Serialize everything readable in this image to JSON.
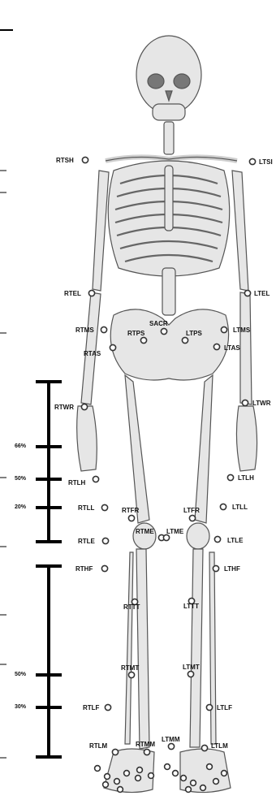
{
  "figure": {
    "markers": [
      {
        "id": "RTSH",
        "label": "RTSH"
      },
      {
        "id": "LTSH",
        "label": "LTSI"
      },
      {
        "id": "RTEL",
        "label": "RTEL"
      },
      {
        "id": "LTEL",
        "label": "LTEL"
      },
      {
        "id": "SACR",
        "label": "SACR"
      },
      {
        "id": "RTMS",
        "label": "RTMS"
      },
      {
        "id": "RTPS",
        "label": "RTPS"
      },
      {
        "id": "LTPS",
        "label": "LTPS"
      },
      {
        "id": "LTMS",
        "label": "LTMS"
      },
      {
        "id": "RTAS",
        "label": "RTAS"
      },
      {
        "id": "LTAS",
        "label": "LTAS"
      },
      {
        "id": "RTWR",
        "label": "RTWR"
      },
      {
        "id": "LTWR",
        "label": "LTWR"
      },
      {
        "id": "RTLH",
        "label": "RTLH"
      },
      {
        "id": "LTLH",
        "label": "LTLH"
      },
      {
        "id": "RTLL",
        "label": "RTLL"
      },
      {
        "id": "RTFR",
        "label": "RTFR"
      },
      {
        "id": "LTFR",
        "label": "LTFR"
      },
      {
        "id": "LTLL",
        "label": "LTLL"
      },
      {
        "id": "RTME",
        "label": "RTME"
      },
      {
        "id": "LTME",
        "label": "LTME"
      },
      {
        "id": "RTLE",
        "label": "RTLE"
      },
      {
        "id": "LTLE",
        "label": "LTLE"
      },
      {
        "id": "RTHF",
        "label": "RTHF"
      },
      {
        "id": "LTHF",
        "label": "LTHF"
      },
      {
        "id": "RTTT",
        "label": "RTTT"
      },
      {
        "id": "LTTT",
        "label": "LTTT"
      },
      {
        "id": "RTMT",
        "label": "RTMT"
      },
      {
        "id": "LTMT",
        "label": "LTMT"
      },
      {
        "id": "RTLF",
        "label": "RTLF"
      },
      {
        "id": "LTLF",
        "label": "LTLF"
      },
      {
        "id": "RTLM",
        "label": "RTLM"
      },
      {
        "id": "RTMM",
        "label": "RTMM"
      },
      {
        "id": "LTMM",
        "label": "LTMM"
      },
      {
        "id": "LTLM",
        "label": "LTLM"
      }
    ],
    "scale_percentages": [
      {
        "id": "upper66",
        "label": "66%"
      },
      {
        "id": "upper50",
        "label": "50%"
      },
      {
        "id": "upper20",
        "label": "20%"
      },
      {
        "id": "lower50",
        "label": "50%"
      },
      {
        "id": "lower30",
        "label": "30%"
      }
    ],
    "colors": {
      "bone": "#e6e6e6",
      "bone_line": "#555555",
      "marker": "#333333",
      "scale": "#000000"
    }
  }
}
